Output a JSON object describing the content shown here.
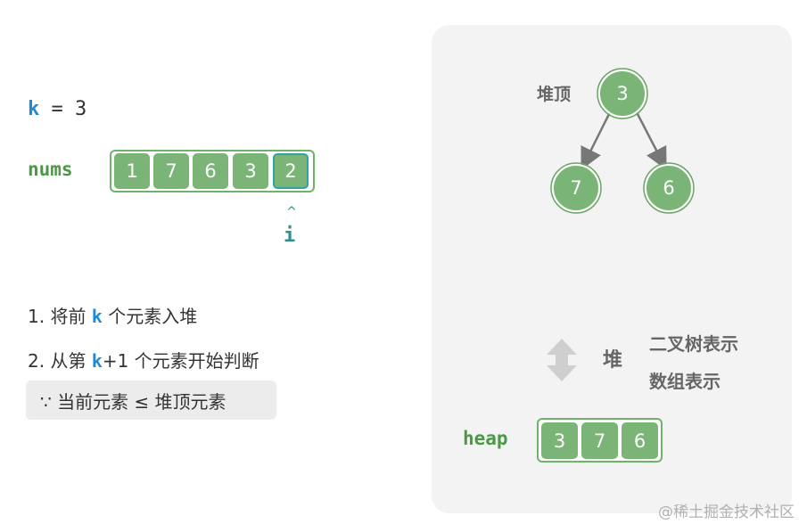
{
  "k_line": {
    "var": "k",
    "rest": " = 3"
  },
  "nums": {
    "label": "nums",
    "values": [
      "1",
      "7",
      "6",
      "3",
      "2"
    ],
    "pointer_label": "i",
    "pointer_arrow": "^"
  },
  "steps": [
    {
      "prefix": "1. 将前 ",
      "k": "k",
      "suffix": " 个元素入堆"
    },
    {
      "prefix": "2. 从第 ",
      "k": "k",
      "suffix": "+1 个元素开始判断"
    }
  ],
  "because": "∵ 当前元素 ≤ 堆顶元素",
  "heap_tree": {
    "top_label": "堆顶",
    "root": "3",
    "left": "7",
    "right": "6"
  },
  "equivalence": {
    "center": "堆",
    "repr_tree": "二叉树表示",
    "repr_array": "数组表示"
  },
  "heap_array": {
    "label": "heap",
    "values": [
      "3",
      "7",
      "6"
    ]
  },
  "watermark": "@稀土掘金技术社区",
  "colors": {
    "node_fill": "#7bb477",
    "accent_green": "#4a9a44",
    "k_blue": "#1f8ad1",
    "pointer_teal": "#2f8f8a",
    "panel_bg": "#f3f3f3"
  }
}
